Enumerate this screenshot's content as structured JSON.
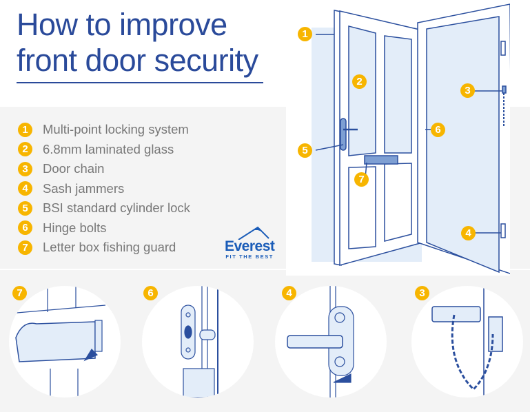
{
  "title": "How to improve front door security",
  "features": [
    {
      "num": "1",
      "label": "Multi-point locking system"
    },
    {
      "num": "2",
      "label": "6.8mm laminated glass"
    },
    {
      "num": "3",
      "label": "Door chain"
    },
    {
      "num": "4",
      "label": "Sash jammers"
    },
    {
      "num": "5",
      "label": "BSI standard cylinder lock"
    },
    {
      "num": "6",
      "label": "Hinge bolts"
    },
    {
      "num": "7",
      "label": "Letter box fishing guard"
    }
  ],
  "logo": {
    "name": "Everest",
    "tagline": "FIT THE BEST"
  },
  "detail_badges": [
    "7",
    "6",
    "4",
    "3"
  ],
  "colors": {
    "accent": "#f7b500",
    "brand": "#2a4a9a",
    "line": "#2b4f9e",
    "fill": "#e3edf9"
  }
}
